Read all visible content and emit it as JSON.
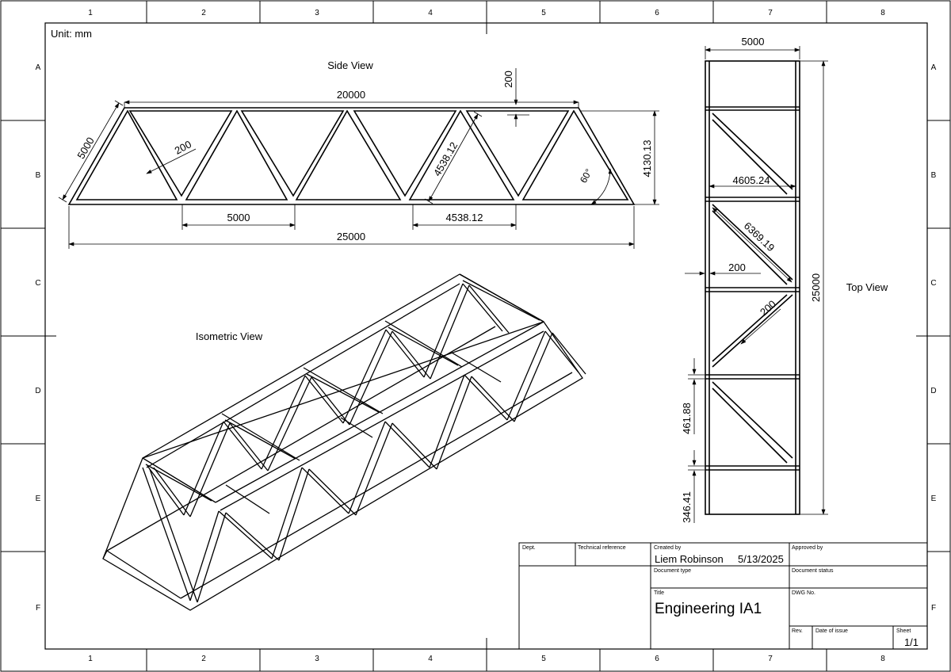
{
  "border": {
    "columns": [
      "1",
      "2",
      "3",
      "4",
      "5",
      "6",
      "7",
      "8"
    ],
    "rows": [
      "A",
      "B",
      "C",
      "D",
      "E",
      "F"
    ]
  },
  "unit_label": "Unit: mm",
  "views": {
    "side": {
      "title": "Side View",
      "dims": {
        "top_span": "20000",
        "chord_offset": "200",
        "slant": "5000",
        "member_width": "200",
        "diagonal": "4538.12",
        "height": "4130.13",
        "angle": "60°",
        "bottom_panel": "5000",
        "bottom_panel_inner": "4538.12",
        "overall": "25000"
      }
    },
    "top": {
      "title": "Top View",
      "dims": {
        "width": "5000",
        "cross_inner": "4605.24",
        "diag_brace": "6369.19",
        "member": "200",
        "brace_width": "200",
        "length": "25000",
        "bay_gap": "461.88",
        "end_gap": "346.41"
      }
    },
    "iso": {
      "title": "Isometric View"
    }
  },
  "title_block": {
    "dept_label": "Dept.",
    "techref_label": "Technical reference",
    "created_label": "Created by",
    "created_by": "Liem Robinson",
    "created_date": "5/13/2025",
    "approved_label": "Approved by",
    "doctype_label": "Document type",
    "docstatus_label": "Document status",
    "title_label": "Title",
    "title": "Engineering IA1",
    "dwg_label": "DWG No.",
    "rev_label": "Rev.",
    "date_issue_label": "Date of issue",
    "sheet_label": "Sheet",
    "sheet": "1/1"
  },
  "colors": {
    "line": "#000000",
    "paper": "#ffffff"
  }
}
